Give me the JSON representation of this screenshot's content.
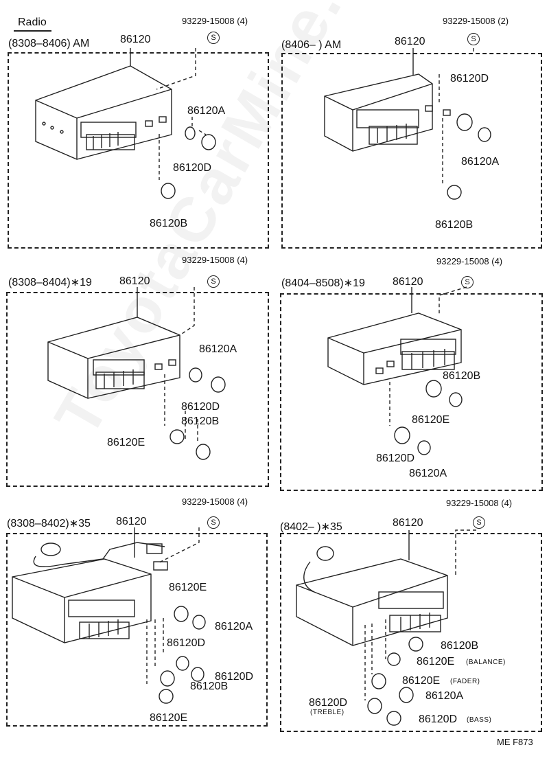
{
  "title": "Radio",
  "footer": "ME  F873",
  "watermark": "ToyotaCarMine.ru",
  "screw_symbol": "S",
  "panels": [
    {
      "date": "(8308–8406) AM",
      "assembly": "86120",
      "screw": "93229-15008 (4)",
      "parts": [
        "86120A",
        "86120D",
        "86120B"
      ]
    },
    {
      "date": "(8406–        ) AM",
      "assembly": "86120",
      "screw": "93229-15008 (2)",
      "parts": [
        "86120D",
        "86120A",
        "86120B"
      ]
    },
    {
      "date": "(8308–8404)∗19",
      "assembly": "86120",
      "screw": "93229-15008 (4)",
      "parts": [
        "86120A",
        "86120D",
        "86120B",
        "86120E"
      ]
    },
    {
      "date": "(8404–8508)∗19",
      "assembly": "86120",
      "screw": "93229-15008 (4)",
      "parts": [
        "86120B",
        "86120E",
        "86120D",
        "86120A"
      ]
    },
    {
      "date": "(8308–8402)∗35",
      "assembly": "86120",
      "screw": "93229-15008 (4)",
      "parts": [
        "86120E",
        "86120A",
        "86120D",
        "86120D",
        "86120B",
        "86120E"
      ]
    },
    {
      "date": "(8402–        )∗35",
      "assembly": "86120",
      "screw": "93229-15008 (4)",
      "parts": [
        {
          "part": "86120B",
          "note": ""
        },
        {
          "part": "86120E",
          "note": "(BALANCE)"
        },
        {
          "part": "86120E",
          "note": "(FADER)"
        },
        {
          "part": "86120A",
          "note": ""
        },
        {
          "part": "86120D",
          "note": "(TREBLE)"
        },
        {
          "part": "86120D",
          "note": "(BASS)"
        }
      ]
    }
  ]
}
